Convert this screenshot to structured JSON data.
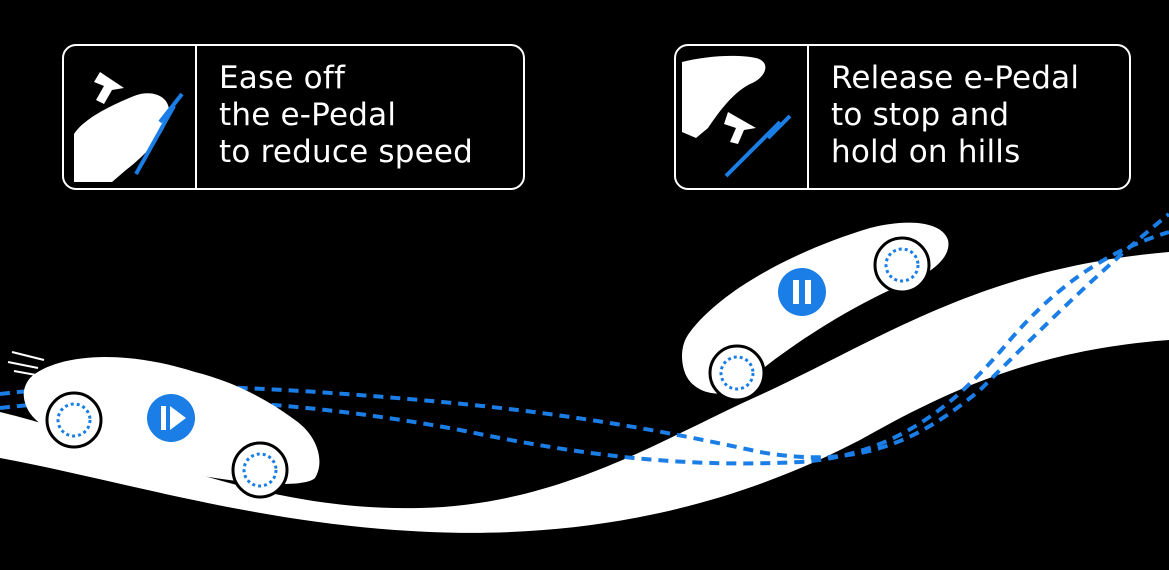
{
  "colors": {
    "background": "#000000",
    "foreground": "#ffffff",
    "accent": "#1a7ee6"
  },
  "callouts": [
    {
      "id": "ease-off",
      "icon": "foot-pressing-pedal-lift-arrow-icon",
      "lines": [
        "Ease off",
        "the e-Pedal",
        "to reduce speed"
      ]
    },
    {
      "id": "release",
      "icon": "foot-released-pedal-arrow-icon",
      "lines": [
        "Release e-Pedal",
        "to stop and",
        "hold on hills"
      ]
    }
  ],
  "vehicles": [
    {
      "id": "car-descending",
      "badge_icon": "play-pause-icon"
    },
    {
      "id": "car-stopped-on-hill",
      "badge_icon": "pause-icon"
    }
  ]
}
